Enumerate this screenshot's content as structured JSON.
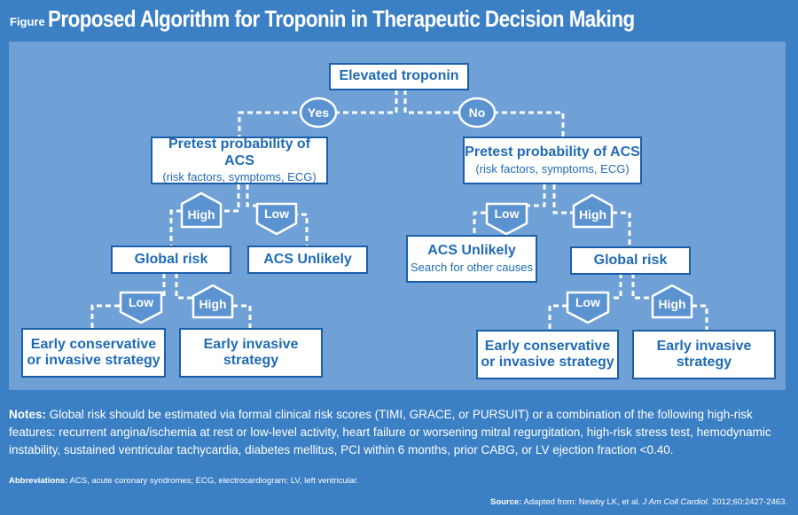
{
  "header": {
    "figure_label": "Figure",
    "title": "Proposed Algorithm for Troponin in Therapeutic Decision Making"
  },
  "flow": {
    "root": "Elevated troponin",
    "yes_label": "Yes",
    "no_label": "No",
    "left": {
      "pretest_title": "Pretest probability of ACS",
      "pretest_sub": "(risk factors, symptoms, ECG)",
      "high_label": "High",
      "low_label": "Low",
      "global_risk": "Global risk",
      "acs_unlikely": "ACS Unlikely",
      "gr_low_label": "Low",
      "gr_high_label": "High",
      "conservative_line1": "Early conservative",
      "conservative_line2": "or invasive strategy",
      "invasive_line1": "Early invasive",
      "invasive_line2": "strategy"
    },
    "right": {
      "pretest_title": "Pretest probability of ACS",
      "pretest_sub": "(risk factors, symptoms, ECG)",
      "low_label": "Low",
      "high_label": "High",
      "acs_unlikely": "ACS Unlikely",
      "acs_unlikely_sub": "Search for other causes",
      "global_risk": "Global risk",
      "gr_low_label": "Low",
      "gr_high_label": "High",
      "conservative_line1": "Early conservative",
      "conservative_line2": "or invasive strategy",
      "invasive_line1": "Early invasive",
      "invasive_line2": "strategy"
    }
  },
  "notes": {
    "label": "Notes:",
    "text": "Global risk should be estimated via formal clinical risk scores (TIMI, GRACE, or PURSUIT) or a combination of the following high-risk features: recurrent angina/ischemia at rest or low-level activity, heart failure or worsening mitral regurgitation, high-risk stress test, hemodynamic instability, sustained ventricular tachycardia, diabetes mellitus, PCI within 6 months, prior CABG, or LV ejection fraction <0.40."
  },
  "abbreviations": {
    "label": "Abbreviations:",
    "text": "ACS, acute coronary syndromes; ECG, electrocardiogram; LV, left ventricular."
  },
  "source": {
    "label": "Source:",
    "text_before": "Adapted from: Newby LK, et al.",
    "journal": "J Am Coll Cardiol.",
    "text_after": "2012;60:2427-2463."
  },
  "colors": {
    "background": "#3b7fc4",
    "panel": "#6fa1d6",
    "box_border": "#1b5faa",
    "box_text": "#1f6bb5",
    "arrow_fill": "#5b93d0"
  }
}
